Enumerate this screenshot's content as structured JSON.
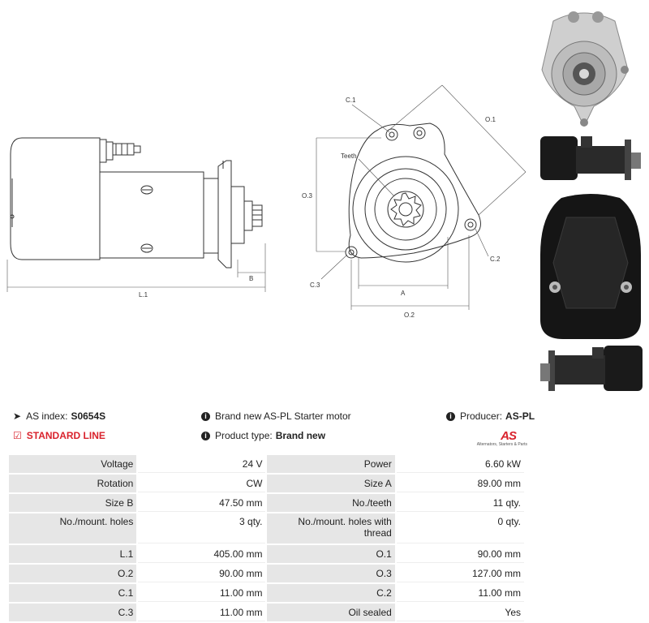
{
  "drawing_labels": {
    "l1": "L.1",
    "b": "B",
    "c1": "C.1",
    "o1": "O.1",
    "o3": "O.3",
    "teeth": "Teeth",
    "c2": "C.2",
    "c3": "C.3",
    "a": "A",
    "o2": "O.2"
  },
  "info": {
    "as_index_label": "AS index:",
    "as_index_value": "S0654S",
    "standard_line": "STANDARD LINE",
    "description": "Brand new AS-PL Starter motor",
    "product_type_label": "Product type:",
    "product_type_value": "Brand new",
    "producer_label": "Producer:",
    "producer_value": "AS-PL"
  },
  "logo": {
    "mark": "AS",
    "tagline": "Alternators, Starters & Parts"
  },
  "specs": [
    [
      {
        "k": "Voltage",
        "v": "24 V"
      },
      {
        "k": "Power",
        "v": "6.60 kW"
      }
    ],
    [
      {
        "k": "Rotation",
        "v": "CW"
      },
      {
        "k": "Size A",
        "v": "89.00 mm"
      }
    ],
    [
      {
        "k": "Size B",
        "v": "47.50 mm"
      },
      {
        "k": "No./teeth",
        "v": "11 qty."
      }
    ],
    [
      {
        "k": "No./mount. holes",
        "v": "3 qty."
      },
      {
        "k": "No./mount. holes with thread",
        "v": "0 qty."
      }
    ],
    [
      {
        "k": "L.1",
        "v": "405.00 mm"
      },
      {
        "k": "O.1",
        "v": "90.00 mm"
      }
    ],
    [
      {
        "k": "O.2",
        "v": "90.00 mm"
      },
      {
        "k": "O.3",
        "v": "127.00 mm"
      }
    ],
    [
      {
        "k": "C.1",
        "v": "11.00 mm"
      },
      {
        "k": "C.2",
        "v": "11.00 mm"
      }
    ],
    [
      {
        "k": "C.3",
        "v": "11.00 mm"
      },
      {
        "k": "Oil sealed",
        "v": "Yes"
      }
    ]
  ]
}
